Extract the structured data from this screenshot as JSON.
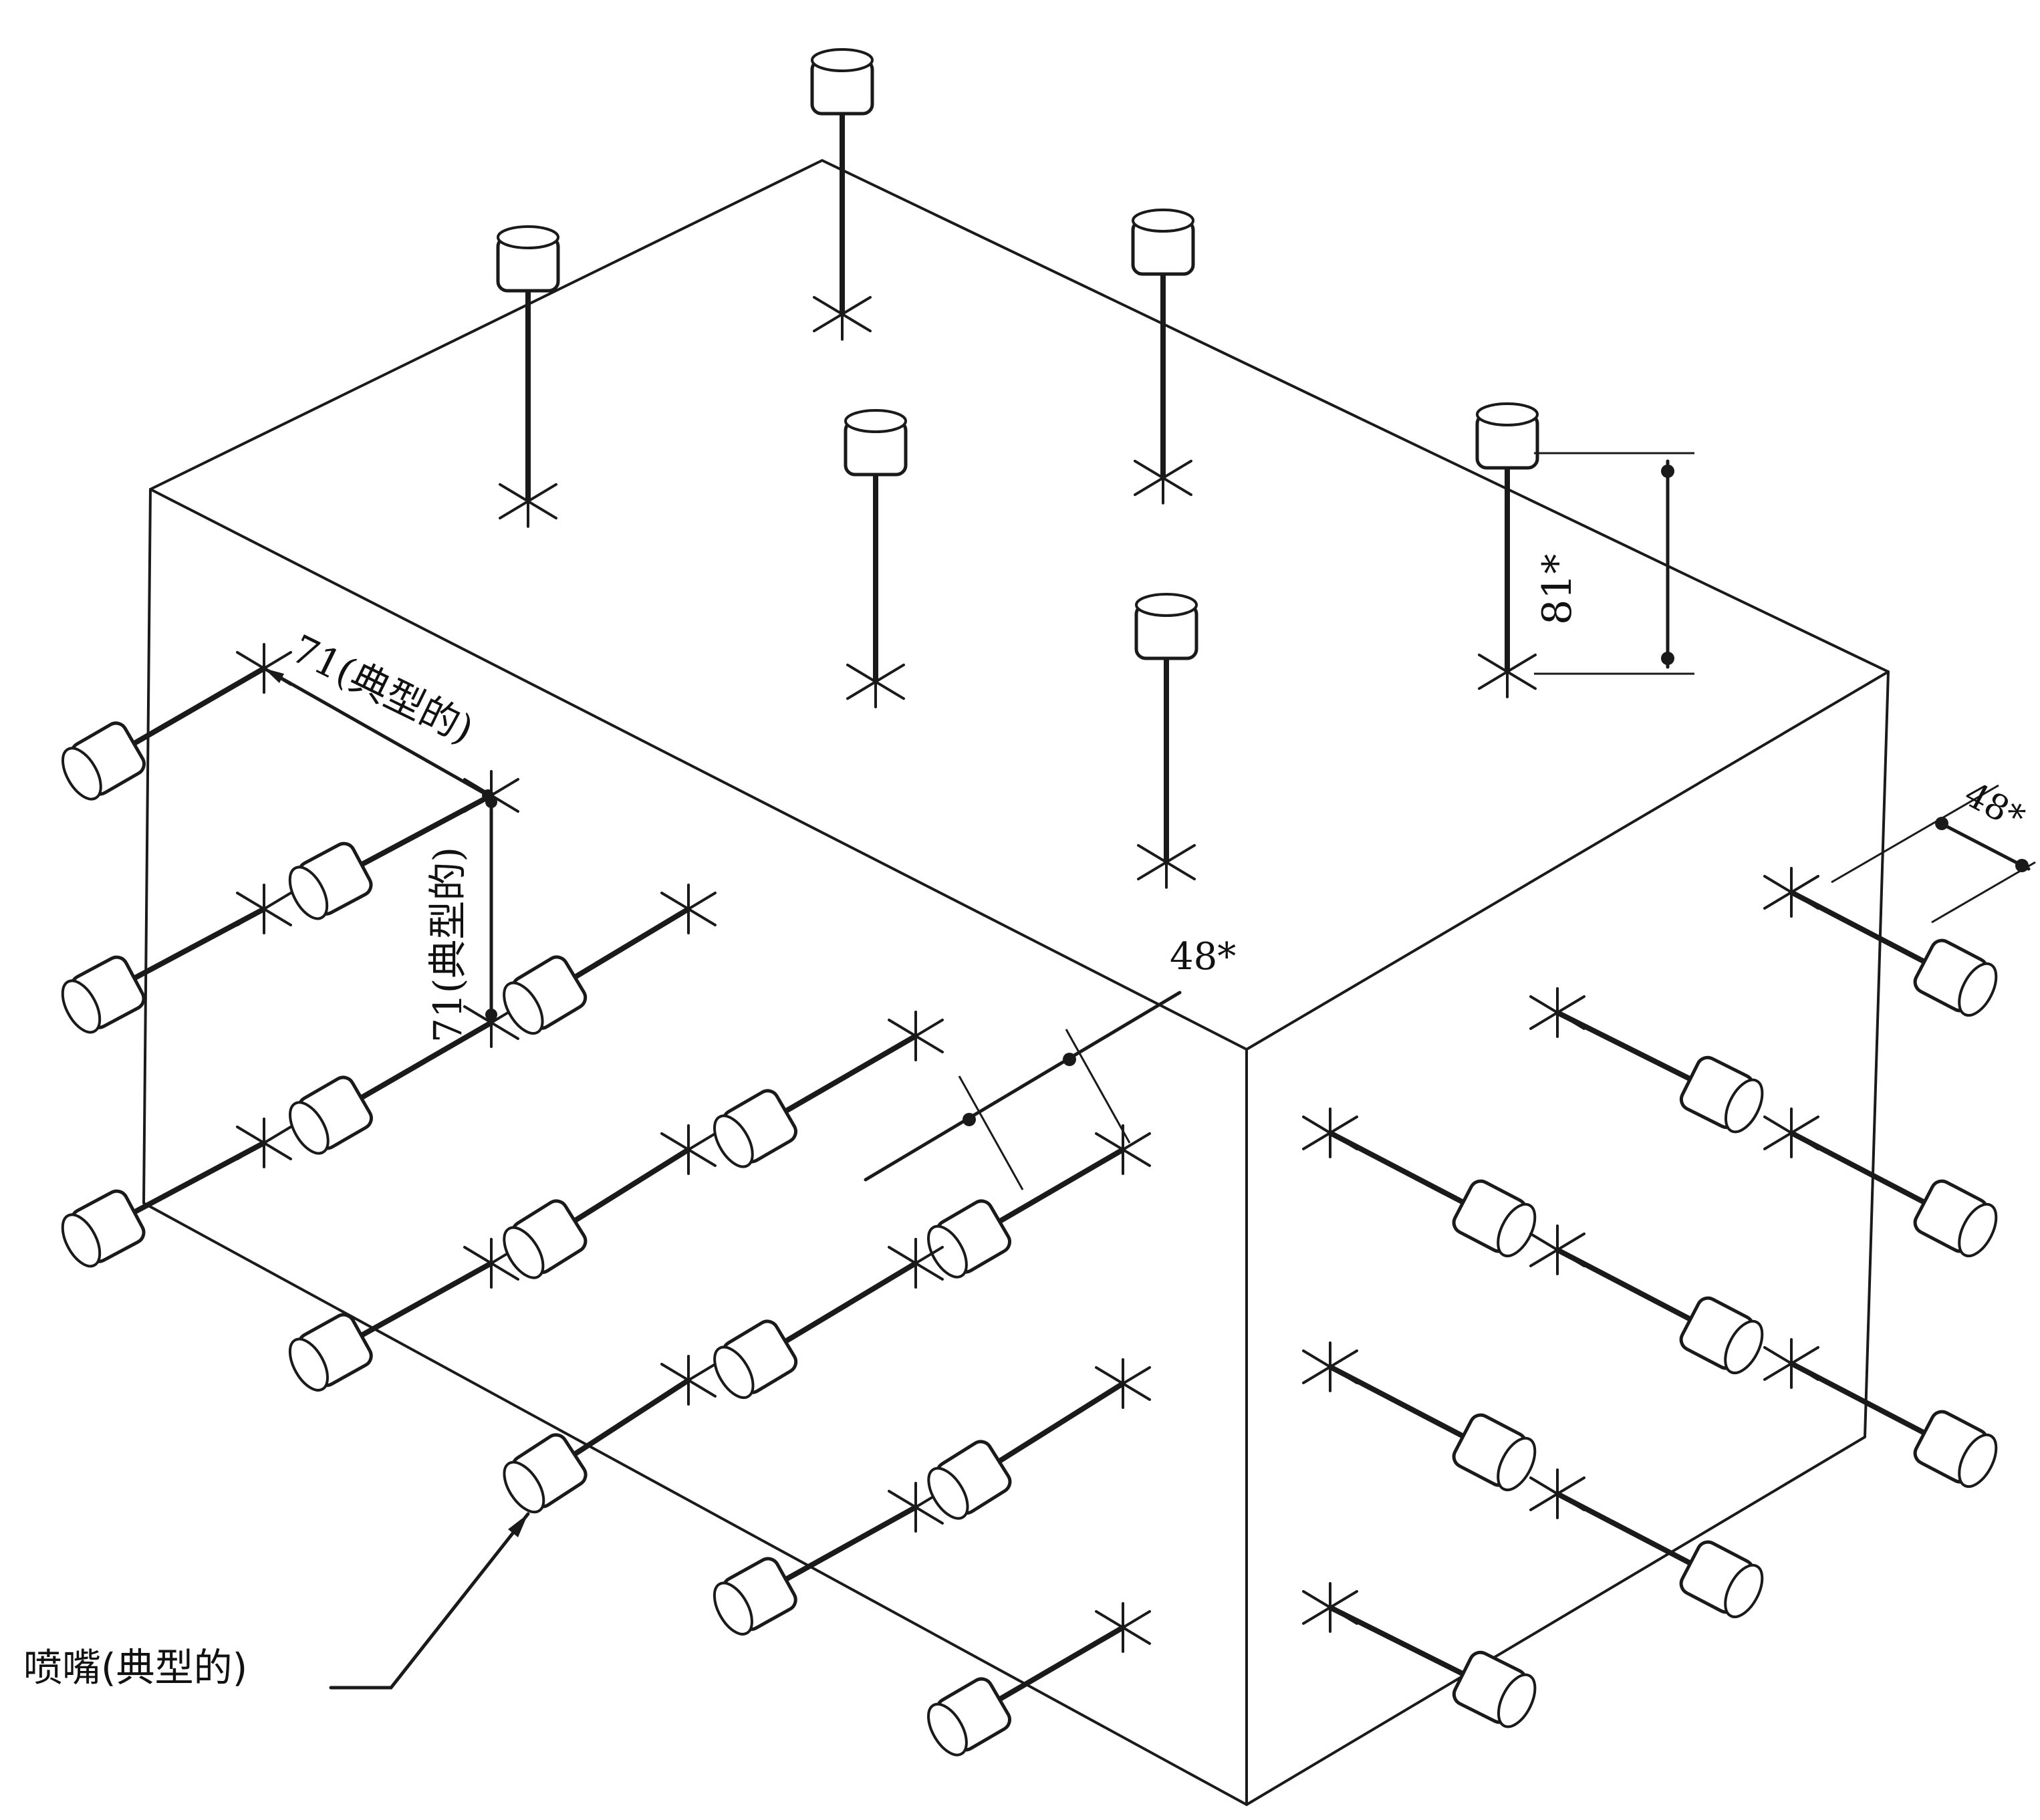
{
  "labels": {
    "nozzle_label": "喷嘴(典型的)",
    "spacing_horizontal": "71(典型的)",
    "spacing_vertical": "71(典型的)",
    "top_standoff": "81*",
    "front_standoff": "48*",
    "right_standoff": "48*"
  },
  "colors": {
    "line": "#1a1a1a",
    "background": "#ffffff"
  },
  "icons": {
    "nozzle": "cylinder-nozzle-icon",
    "spray_point": "cross-marker-icon"
  }
}
